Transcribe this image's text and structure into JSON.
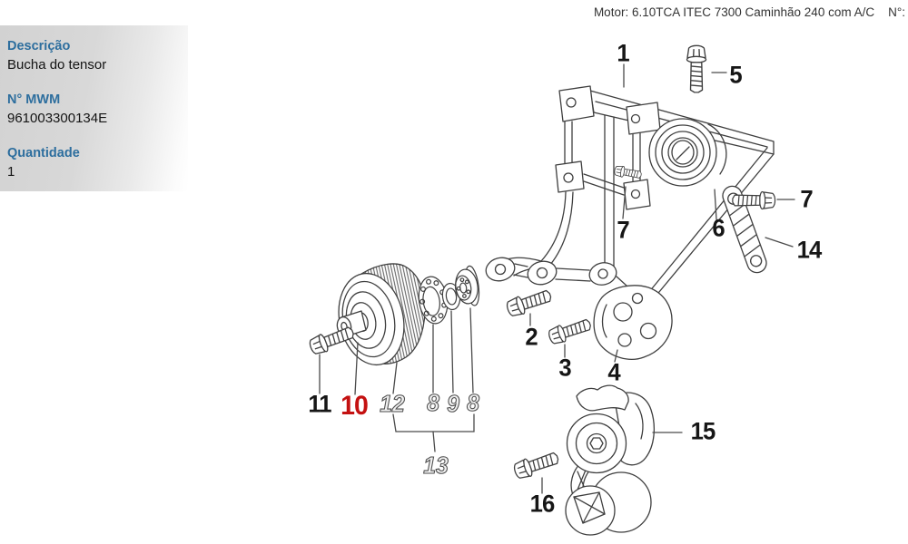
{
  "header": {
    "motor_label": "Motor: 6.10TCA ITEC 7300 Caminhão 240 com A/C",
    "numero_label": "N°:"
  },
  "sidebar": {
    "fields": [
      {
        "label": "Descrição",
        "value": "Bucha do tensor"
      },
      {
        "label": "N° MWM",
        "value": "961003300134E"
      },
      {
        "label": "Quantidade",
        "value": "1"
      }
    ]
  },
  "diagram": {
    "description": "Exploded view of belt tensioner bracket assembly",
    "highlighted_part": "10",
    "callouts": [
      {
        "text": "1"
      },
      {
        "text": "5"
      },
      {
        "text": "7"
      },
      {
        "text": "14"
      },
      {
        "text": "6"
      },
      {
        "text": "7"
      },
      {
        "text": "2"
      },
      {
        "text": "3"
      },
      {
        "text": "4"
      },
      {
        "text": "11"
      },
      {
        "text": "10",
        "highlighted": true
      },
      {
        "text": "12",
        "style": "ghost"
      },
      {
        "text": "8",
        "style": "ghost"
      },
      {
        "text": "9",
        "style": "ghost"
      },
      {
        "text": "8",
        "style": "ghost"
      },
      {
        "text": "13",
        "style": "ghost"
      },
      {
        "text": "15"
      },
      {
        "text": "16"
      }
    ]
  },
  "colors": {
    "accent_blue": "#2d6e9e",
    "highlight_red": "#c41111",
    "line_gray": "#3f3f3f",
    "panel_gray": "#d5d5d5"
  }
}
